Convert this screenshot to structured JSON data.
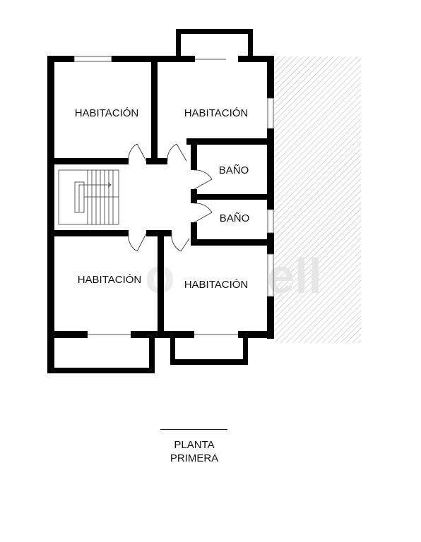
{
  "rooms": {
    "top_left": "HABITACIÓN",
    "top_center": "HABITACIÓN",
    "bath_1": "BAÑO",
    "bath_2": "BAÑO",
    "bottom_left": "HABITACIÓN",
    "bottom_center": "HABITACIÓN"
  },
  "watermark": "Solvia / Tecnocasa-style logo fragment 'ell'",
  "caption": {
    "line1": "PLANTA",
    "line2": "PRIMERA"
  },
  "colors": {
    "wall": "#000000",
    "hatch": "#9a9a9a",
    "watermark": "#e6e6e6"
  }
}
